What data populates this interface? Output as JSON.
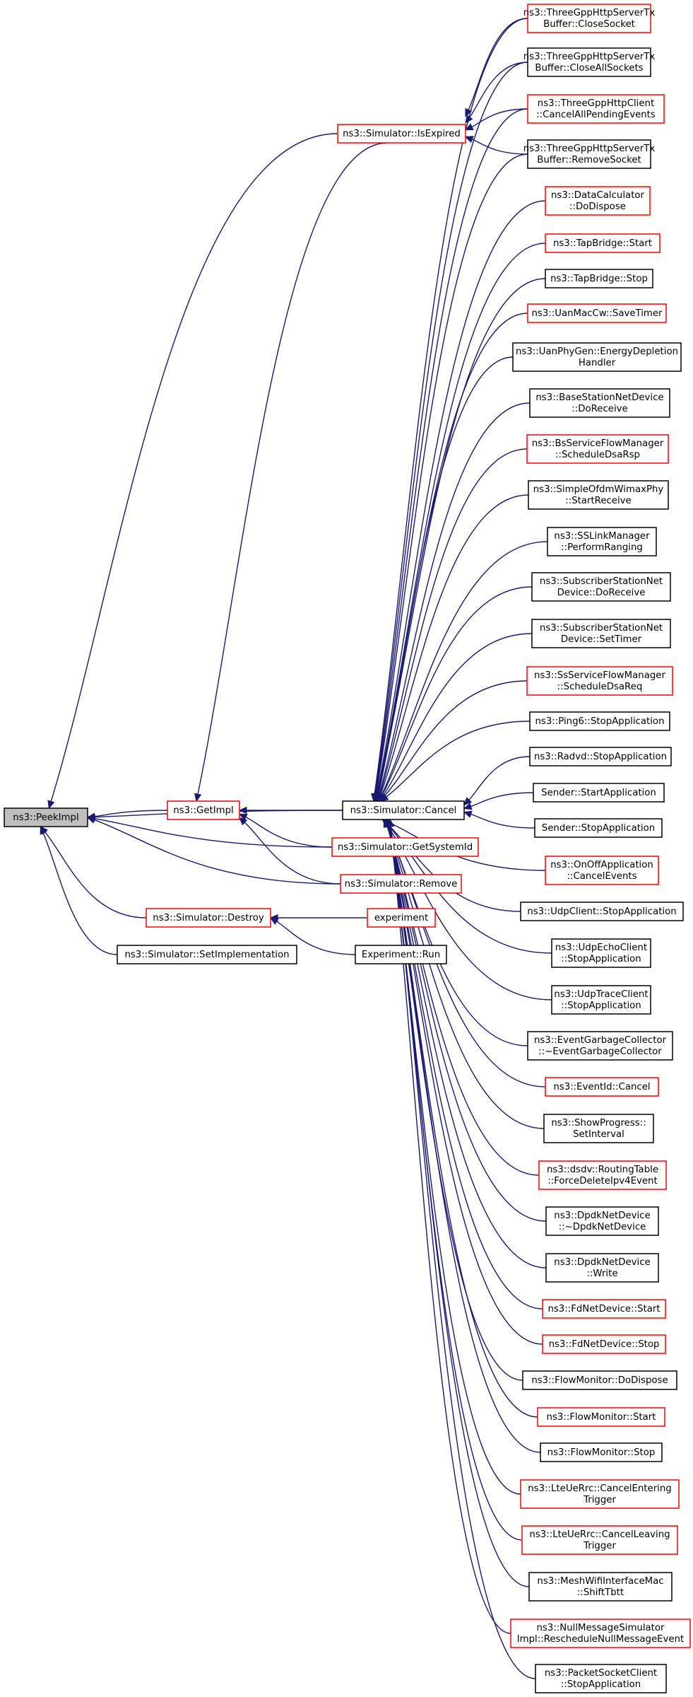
{
  "colors": {
    "edge": "#191970",
    "border_default": "#000000",
    "border_highlight": "#ff0000",
    "fill_default": "#ffffff",
    "fill_root": "#bfbfbf"
  },
  "nodes": [
    {
      "id": "peekimpl",
      "lines": [
        "ns3::PeekImpl"
      ],
      "style": "root"
    },
    {
      "id": "getimpl",
      "lines": [
        "ns3::GetImpl"
      ],
      "style": "red"
    },
    {
      "id": "destroy",
      "lines": [
        "ns3::Simulator::Destroy"
      ],
      "style": "red"
    },
    {
      "id": "setimpl",
      "lines": [
        "ns3::Simulator::SetImplementation"
      ],
      "style": "black"
    },
    {
      "id": "isexpired",
      "lines": [
        "ns3::Simulator::IsExpired"
      ],
      "style": "red"
    },
    {
      "id": "cancel",
      "lines": [
        "ns3::Simulator::Cancel"
      ],
      "style": "black"
    },
    {
      "id": "getsysid",
      "lines": [
        "ns3::Simulator::GetSystemId"
      ],
      "style": "red"
    },
    {
      "id": "remove",
      "lines": [
        "ns3::Simulator::Remove"
      ],
      "style": "red"
    },
    {
      "id": "experiment",
      "lines": [
        "experiment"
      ],
      "style": "red"
    },
    {
      "id": "exprun",
      "lines": [
        "Experiment::Run"
      ],
      "style": "black"
    },
    {
      "id": "t1",
      "lines": [
        "ns3::ThreeGppHttpServerTx",
        "Buffer::CloseSocket"
      ],
      "style": "red"
    },
    {
      "id": "t2",
      "lines": [
        "ns3::ThreeGppHttpServerTx",
        "Buffer::CloseAllSockets"
      ],
      "style": "black"
    },
    {
      "id": "t3",
      "lines": [
        "ns3::ThreeGppHttpClient",
        "::CancelAllPendingEvents"
      ],
      "style": "red"
    },
    {
      "id": "t4",
      "lines": [
        "ns3::ThreeGppHttpServerTx",
        "Buffer::RemoveSocket"
      ],
      "style": "black"
    },
    {
      "id": "t5",
      "lines": [
        "ns3::DataCalculator",
        "::DoDispose"
      ],
      "style": "red"
    },
    {
      "id": "t6",
      "lines": [
        "ns3::TapBridge::Start"
      ],
      "style": "red"
    },
    {
      "id": "t7",
      "lines": [
        "ns3::TapBridge::Stop"
      ],
      "style": "black"
    },
    {
      "id": "t8",
      "lines": [
        "ns3::UanMacCw::SaveTimer"
      ],
      "style": "red"
    },
    {
      "id": "t9",
      "lines": [
        "ns3::UanPhyGen::EnergyDepletion",
        "Handler"
      ],
      "style": "black"
    },
    {
      "id": "t10",
      "lines": [
        "ns3::BaseStationNetDevice",
        "::DoReceive"
      ],
      "style": "black"
    },
    {
      "id": "t11",
      "lines": [
        "ns3::BsServiceFlowManager",
        "::ScheduleDsaRsp"
      ],
      "style": "red"
    },
    {
      "id": "t12",
      "lines": [
        "ns3::SimpleOfdmWimaxPhy",
        "::StartReceive"
      ],
      "style": "black"
    },
    {
      "id": "t13",
      "lines": [
        "ns3::SSLinkManager",
        "::PerformRanging"
      ],
      "style": "black"
    },
    {
      "id": "t14",
      "lines": [
        "ns3::SubscriberStationNet",
        "Device::DoReceive"
      ],
      "style": "black"
    },
    {
      "id": "t15",
      "lines": [
        "ns3::SubscriberStationNet",
        "Device::SetTimer"
      ],
      "style": "black"
    },
    {
      "id": "t16",
      "lines": [
        "ns3::SsServiceFlowManager",
        "::ScheduleDsaReq"
      ],
      "style": "red"
    },
    {
      "id": "t17",
      "lines": [
        "ns3::Ping6::StopApplication"
      ],
      "style": "black"
    },
    {
      "id": "t18",
      "lines": [
        "ns3::Radvd::StopApplication"
      ],
      "style": "black"
    },
    {
      "id": "t19",
      "lines": [
        "Sender::StartApplication"
      ],
      "style": "black"
    },
    {
      "id": "t20",
      "lines": [
        "Sender::StopApplication"
      ],
      "style": "black"
    },
    {
      "id": "t21",
      "lines": [
        "ns3::OnOffApplication",
        "::CancelEvents"
      ],
      "style": "red"
    },
    {
      "id": "t22",
      "lines": [
        "ns3::UdpClient::StopApplication"
      ],
      "style": "black"
    },
    {
      "id": "t23",
      "lines": [
        "ns3::UdpEchoClient",
        "::StopApplication"
      ],
      "style": "black"
    },
    {
      "id": "t24",
      "lines": [
        "ns3::UdpTraceClient",
        "::StopApplication"
      ],
      "style": "black"
    },
    {
      "id": "t25",
      "lines": [
        "ns3::EventGarbageCollector",
        "::~EventGarbageCollector"
      ],
      "style": "black"
    },
    {
      "id": "t26",
      "lines": [
        "ns3::EventId::Cancel"
      ],
      "style": "red"
    },
    {
      "id": "t27",
      "lines": [
        "ns3::ShowProgress::",
        "SetInterval"
      ],
      "style": "black"
    },
    {
      "id": "t28",
      "lines": [
        "ns3::dsdv::RoutingTable",
        "::ForceDeleteIpv4Event"
      ],
      "style": "red"
    },
    {
      "id": "t29",
      "lines": [
        "ns3::DpdkNetDevice",
        "::~DpdkNetDevice"
      ],
      "style": "black"
    },
    {
      "id": "t30",
      "lines": [
        "ns3::DpdkNetDevice",
        "::Write"
      ],
      "style": "black"
    },
    {
      "id": "t31",
      "lines": [
        "ns3::FdNetDevice::Start"
      ],
      "style": "red"
    },
    {
      "id": "t32",
      "lines": [
        "ns3::FdNetDevice::Stop"
      ],
      "style": "red"
    },
    {
      "id": "t33",
      "lines": [
        "ns3::FlowMonitor::DoDispose"
      ],
      "style": "black"
    },
    {
      "id": "t34",
      "lines": [
        "ns3::FlowMonitor::Start"
      ],
      "style": "red"
    },
    {
      "id": "t35",
      "lines": [
        "ns3::FlowMonitor::Stop"
      ],
      "style": "black"
    },
    {
      "id": "t36",
      "lines": [
        "ns3::LteUeRrc::CancelEntering",
        "Trigger"
      ],
      "style": "red"
    },
    {
      "id": "t37",
      "lines": [
        "ns3::LteUeRrc::CancelLeaving",
        "Trigger"
      ],
      "style": "red"
    },
    {
      "id": "t38",
      "lines": [
        "ns3::MeshWifiInterfaceMac",
        "::ShiftTbtt"
      ],
      "style": "black"
    },
    {
      "id": "t39",
      "lines": [
        "ns3::NullMessageSimulator",
        "Impl::RescheduleNullMessageEvent"
      ],
      "style": "red"
    },
    {
      "id": "t40",
      "lines": [
        "ns3::PacketSocketClient",
        "::StopApplication"
      ],
      "style": "black"
    }
  ],
  "edges": [
    [
      "getimpl",
      "peekimpl"
    ],
    [
      "destroy",
      "peekimpl"
    ],
    [
      "setimpl",
      "peekimpl"
    ],
    [
      "isexpired",
      "peekimpl"
    ],
    [
      "cancel",
      "peekimpl"
    ],
    [
      "getsysid",
      "peekimpl"
    ],
    [
      "remove",
      "peekimpl"
    ],
    [
      "isexpired",
      "getimpl"
    ],
    [
      "cancel",
      "getimpl"
    ],
    [
      "getsysid",
      "getimpl"
    ],
    [
      "remove",
      "getimpl"
    ],
    [
      "experiment",
      "destroy"
    ],
    [
      "exprun",
      "destroy"
    ],
    [
      "t1",
      "isexpired"
    ],
    [
      "t2",
      "isexpired"
    ],
    [
      "t3",
      "isexpired"
    ],
    [
      "t4",
      "isexpired"
    ],
    [
      "t1",
      "cancel"
    ],
    [
      "t2",
      "cancel"
    ],
    [
      "t3",
      "cancel"
    ],
    [
      "t4",
      "cancel"
    ],
    [
      "t5",
      "cancel"
    ],
    [
      "t6",
      "cancel"
    ],
    [
      "t7",
      "cancel"
    ],
    [
      "t8",
      "cancel"
    ],
    [
      "t9",
      "cancel"
    ],
    [
      "t10",
      "cancel"
    ],
    [
      "t11",
      "cancel"
    ],
    [
      "t12",
      "cancel"
    ],
    [
      "t13",
      "cancel"
    ],
    [
      "t14",
      "cancel"
    ],
    [
      "t15",
      "cancel"
    ],
    [
      "t16",
      "cancel"
    ],
    [
      "t17",
      "cancel"
    ],
    [
      "t18",
      "cancel"
    ],
    [
      "t19",
      "cancel"
    ],
    [
      "t20",
      "cancel"
    ],
    [
      "t21",
      "cancel"
    ],
    [
      "t22",
      "cancel"
    ],
    [
      "t23",
      "cancel"
    ],
    [
      "t24",
      "cancel"
    ],
    [
      "t25",
      "cancel"
    ],
    [
      "t26",
      "cancel"
    ],
    [
      "t27",
      "cancel"
    ],
    [
      "t28",
      "cancel"
    ],
    [
      "t29",
      "cancel"
    ],
    [
      "t30",
      "cancel"
    ],
    [
      "t31",
      "cancel"
    ],
    [
      "t32",
      "cancel"
    ],
    [
      "t33",
      "cancel"
    ],
    [
      "t34",
      "cancel"
    ],
    [
      "t35",
      "cancel"
    ],
    [
      "t36",
      "cancel"
    ],
    [
      "t37",
      "cancel"
    ],
    [
      "t38",
      "cancel"
    ],
    [
      "t39",
      "cancel"
    ],
    [
      "t40",
      "cancel"
    ]
  ]
}
